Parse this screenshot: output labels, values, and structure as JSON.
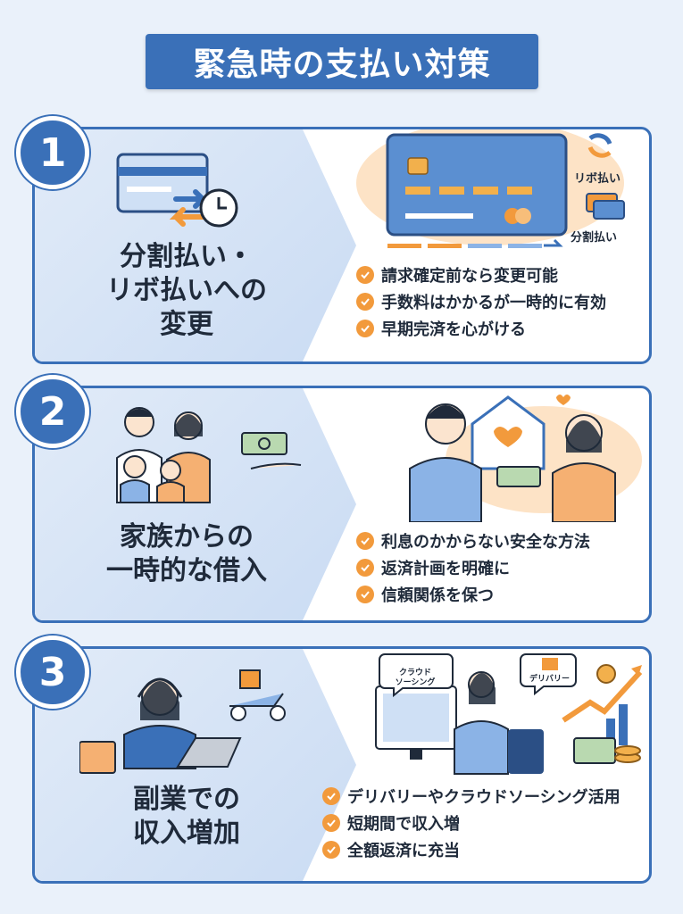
{
  "title": "緊急時の支払い対策",
  "sections": [
    {
      "number": "1",
      "title_lines": [
        "分割払い・",
        "リボ払いへの",
        "変更"
      ],
      "labels": {
        "revolving": "リボ払い",
        "installment": "分割払い"
      },
      "bullets": [
        "請求確定前なら変更可能",
        "手数料はかかるが一時的に有効",
        "早期完済を心がける"
      ]
    },
    {
      "number": "2",
      "title_lines": [
        "家族からの",
        "一時的な借入"
      ],
      "bullets": [
        "利息のかからない安全な方法",
        "返済計画を明確に",
        "信頼関係を保つ"
      ]
    },
    {
      "number": "3",
      "title_lines": [
        "副業での",
        "収入増加"
      ],
      "labels": {
        "crowdsourcing_1": "クラウド",
        "crowdsourcing_2": "ソーシング",
        "delivery": "デリバリー"
      },
      "bullets": [
        "デリバリーやクラウドソーシング活用",
        "短期間で収入増",
        "全額返済に充当"
      ]
    }
  ],
  "colors": {
    "primary": "#3a70b8",
    "accent": "#f29a3c",
    "background": "#eaf1fa"
  }
}
